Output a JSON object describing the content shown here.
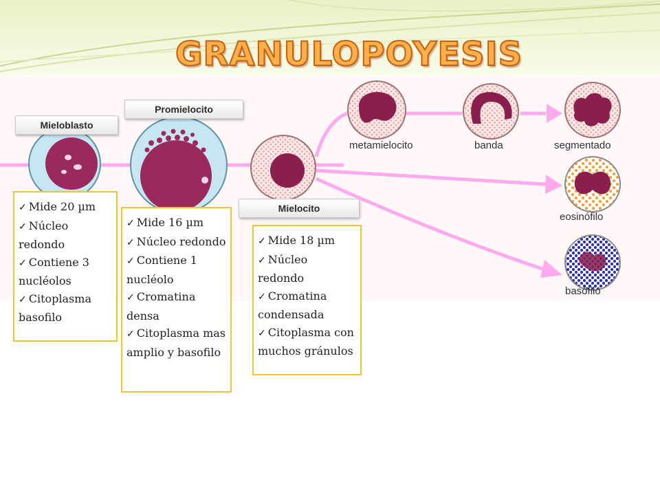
{
  "title": "GRANULOPOYESIS",
  "stages": [
    {
      "label": "Mieloblasto",
      "features": [
        "Mide 20 µm",
        "Núcleo redondo",
        "Contiene 3 nucléolos",
        "Citoplasma basofilo"
      ]
    },
    {
      "label": "Promielocito",
      "features": [
        "Mide 16 µm",
        "Núcleo redondo",
        "Contiene 1 nucléolo",
        "Cromatina densa",
        "Citoplasma mas amplio y basofilo"
      ]
    },
    {
      "label": "Mielocito",
      "features": [
        "Mide 18 µm",
        "Núcleo redondo",
        "Cromatina condensada",
        "Citoplasma con muchos gránulos"
      ]
    }
  ],
  "cells": {
    "metamielocito": "metamielocito",
    "banda": "banda",
    "segmentado": "segmentado",
    "eosinofilo": "eosinófilo",
    "basofilo": "basófilo"
  },
  "colors": {
    "arrow": "#ffaaee",
    "nucleus": "#8a1f4e",
    "cytoplasm": "#c7e6f2",
    "box_border": "#f2c230",
    "title_fill": "#ffb04a",
    "title_stroke": "#c85f10"
  }
}
